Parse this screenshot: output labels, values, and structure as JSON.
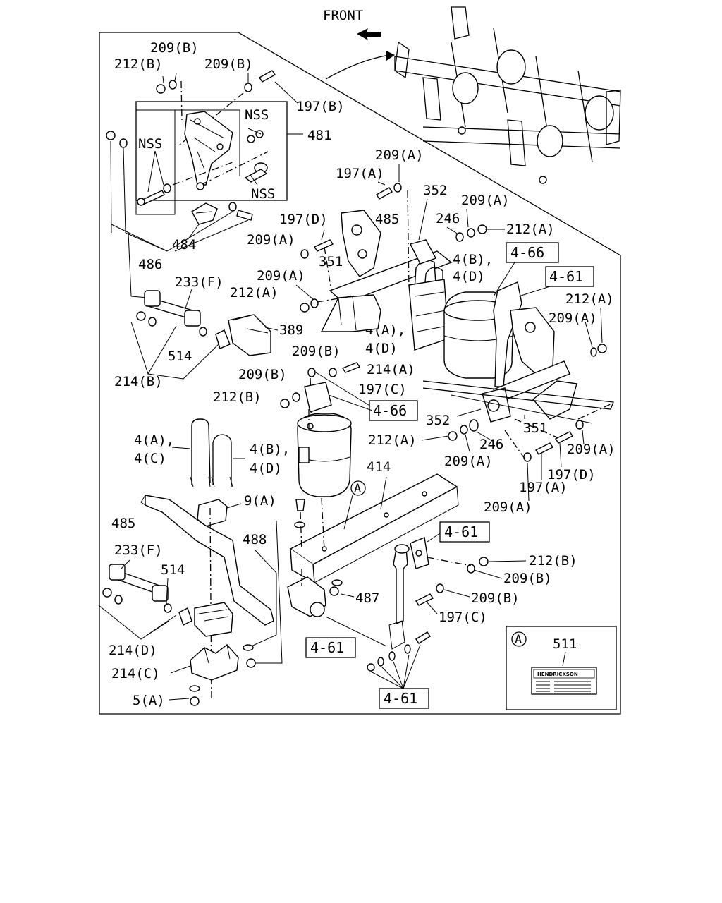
{
  "header": {
    "front_label": "FRONT"
  },
  "labels": {
    "p209b_1": "209(B)",
    "p212b_1": "212(B)",
    "p209b_2": "209(B)",
    "p197b": "197(B)",
    "nss_1": "NSS",
    "nss_2": "NSS",
    "nss_3": "NSS",
    "p481": "481",
    "p484": "484",
    "p486": "486",
    "p209a_1": "209(A)",
    "p197a_1": "197(A)",
    "p352_1": "352",
    "p209a_2": "209(A)",
    "p485_1": "485",
    "p246_1": "246",
    "p212a_1": "212(A)",
    "p197d_1": "197(D)",
    "p209a_3": "209(A)",
    "p4b_1": "4(B),",
    "p4d_1": "4(D)",
    "p351_1": "351",
    "p209a_4": "209(A)",
    "p233f_1": "233(F)",
    "p212a_2": "212(A)",
    "p212a_3": "212(A)",
    "p209a_5": "209(A)",
    "p389": "389",
    "p4a_1": "4(A),",
    "p4d_2": "4(D)",
    "p514_1": "514",
    "p209b_3": "209(B)",
    "p214a": "214(A)",
    "p214b": "214(B)",
    "p209b_4": "209(B)",
    "p197c_1": "197(C)",
    "p212b_2": "212(B)",
    "p352_2": "352",
    "p351_2": "351",
    "p4a_2": "4(A),",
    "p4c": "4(C)",
    "p4b_2": "4(B),",
    "p4d_3": "4(D)",
    "p212a_4": "212(A)",
    "p246_2": "246",
    "p209a_6": "209(A)",
    "p209a_7": "209(A)",
    "p197d_2": "197(D)",
    "p197a_2": "197(A)",
    "p209a_8": "209(A)",
    "p414": "414",
    "p9a": "9(A)",
    "p485_2": "485",
    "p488": "488",
    "p233f_2": "233(F)",
    "p514_2": "514",
    "p212b_3": "212(B)",
    "p209b_5": "209(B)",
    "p487": "487",
    "p209b_6": "209(B)",
    "p197c_2": "197(C)",
    "p214d": "214(D)",
    "p214c": "214(C)",
    "p5a": "5(A)",
    "callout_a_1": "A",
    "callout_a_2": "A",
    "p511": "511"
  },
  "ref_boxes": {
    "r466_1": "4-66",
    "r461_1": "4-61",
    "r466_2": "4-66",
    "r461_2": "4-61",
    "r461_3": "4-61",
    "r461_4": "4-61"
  },
  "decal": {
    "brand": "HENDRICKSON"
  }
}
